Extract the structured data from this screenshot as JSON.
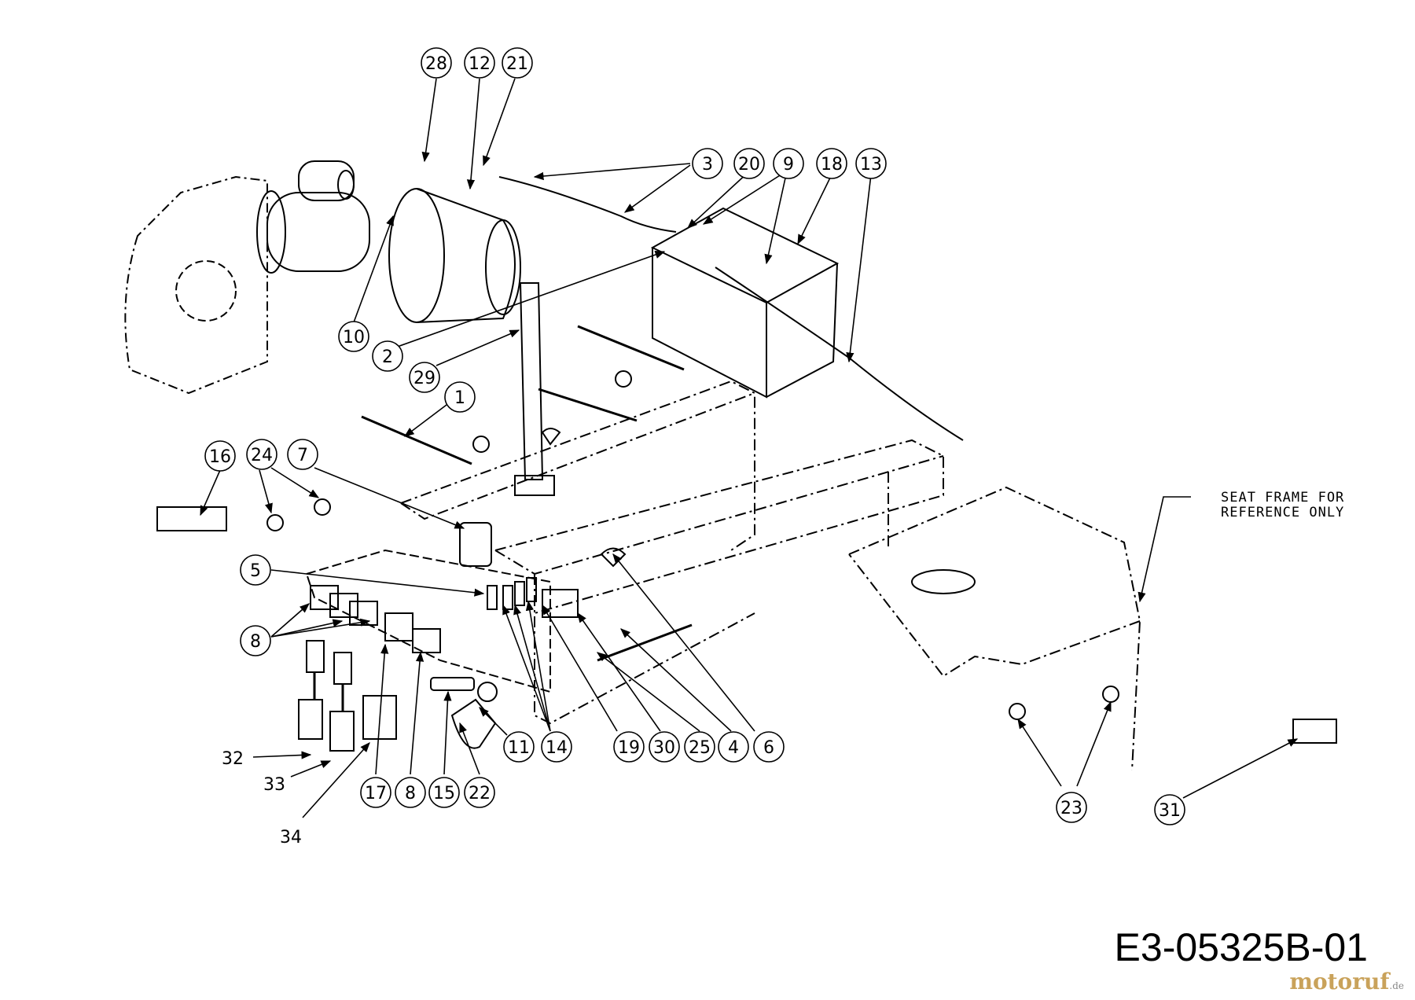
{
  "callouts": {
    "c1": "1",
    "c2": "2",
    "c3": "3",
    "c4": "4",
    "c5": "5",
    "c6": "6",
    "c7": "7",
    "c8a": "8",
    "c8b": "8",
    "c9": "9",
    "c10": "10",
    "c11": "11",
    "c12": "12",
    "c13": "13",
    "c14": "14",
    "c15": "15",
    "c16": "16",
    "c17": "17",
    "c18": "18",
    "c19": "19",
    "c20": "20",
    "c21": "21",
    "c22": "22",
    "c23": "23",
    "c24": "24",
    "c25": "25",
    "c28": "28",
    "c29": "29",
    "c30": "30",
    "c31": "31"
  },
  "plain_labels": {
    "p32": "32",
    "p33": "33",
    "p34": "34"
  },
  "reference_note": {
    "line1": "SEAT FRAME FOR",
    "line2": "REFERENCE ONLY"
  },
  "drawing_code": "E3-05325B-01",
  "watermark": {
    "brand": "motoruf",
    "tld": ".de"
  }
}
